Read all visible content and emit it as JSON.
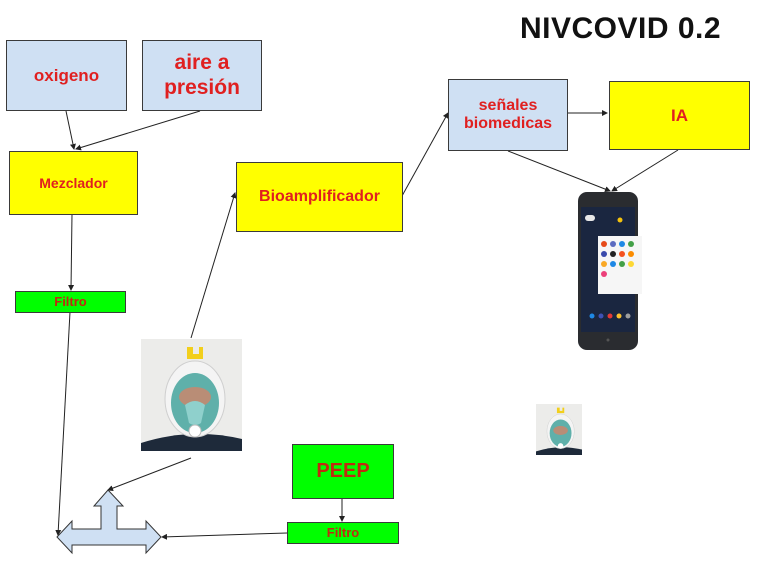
{
  "title": "NIVCOVID 0.2",
  "nodes": {
    "oxigeno": "oxigeno",
    "aire": "aire a presión",
    "mezclador": "Mezclador",
    "filtro_top": "Filtro",
    "bioamplificador": "Bioamplificador",
    "senales": "señales biomedicas",
    "ia": "IA",
    "peep": "PEEP",
    "filtro_bottom": "Filtro"
  },
  "images": {
    "mask_large": "full-face-mask-photo",
    "mask_small": "full-face-mask-thumbnail",
    "phone": "smartphone-image"
  },
  "colors": {
    "blue_box": "#cfe0f3",
    "yellow_box": "#ffff00",
    "green_box": "#00ff00",
    "label_red": "#e02020"
  }
}
